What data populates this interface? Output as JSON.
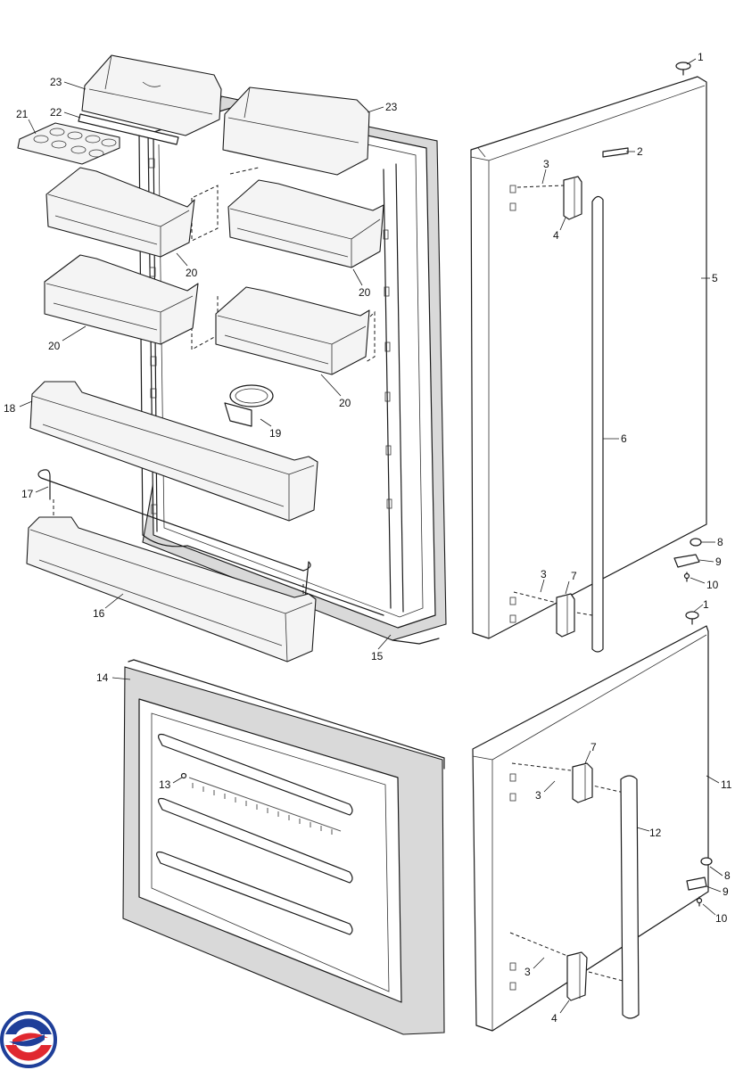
{
  "labels": {
    "p1a": "1",
    "p2": "2",
    "p3a": "3",
    "p4a": "4",
    "p5": "5",
    "p6": "6",
    "p3b": "3",
    "p7a": "7",
    "p8a": "8",
    "p9a": "9",
    "p10a": "10",
    "p1b": "1",
    "p11": "11",
    "p7b": "7",
    "p3c": "3",
    "p12": "12",
    "p8b": "8",
    "p9b": "9",
    "p10b": "10",
    "p3d": "3",
    "p4b": "4",
    "p23a": "23",
    "p23b": "23",
    "p22": "22",
    "p21": "21",
    "p20a": "20",
    "p20b": "20",
    "p20c": "20",
    "p20d": "20",
    "p18": "18",
    "p19": "19",
    "p17": "17",
    "p16": "16",
    "p15": "15",
    "p14": "14",
    "p13": "13"
  },
  "colors": {
    "logo_blue": "#1f3f99",
    "logo_red": "#e0282f",
    "line": "#1a1a1a",
    "gasket": "#d9d9d9"
  },
  "icons": {
    "brand": "brand-logo-icon"
  }
}
